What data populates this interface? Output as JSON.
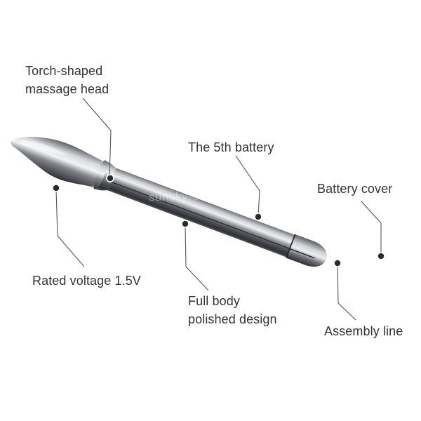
{
  "callouts": {
    "torch_head": [
      "Torch-shaped",
      "massage head"
    ],
    "fifth_battery": [
      "The 5th battery"
    ],
    "battery_cover": [
      "Battery cover"
    ],
    "rated_voltage": [
      "Rated voltage 1.5V"
    ],
    "full_body": [
      "Full body",
      "polished design"
    ],
    "assembly_line": [
      "Assembly line"
    ]
  },
  "watermark": "sunsky-online.com",
  "colors": {
    "background": "#ffffff",
    "label_text": "#333333",
    "leader_line": "#555555",
    "metal_dark": "#3a3c40",
    "metal_mid": "#8a8d93",
    "metal_light": "#d9dbde",
    "dot_fill": "#2a2a2a"
  }
}
